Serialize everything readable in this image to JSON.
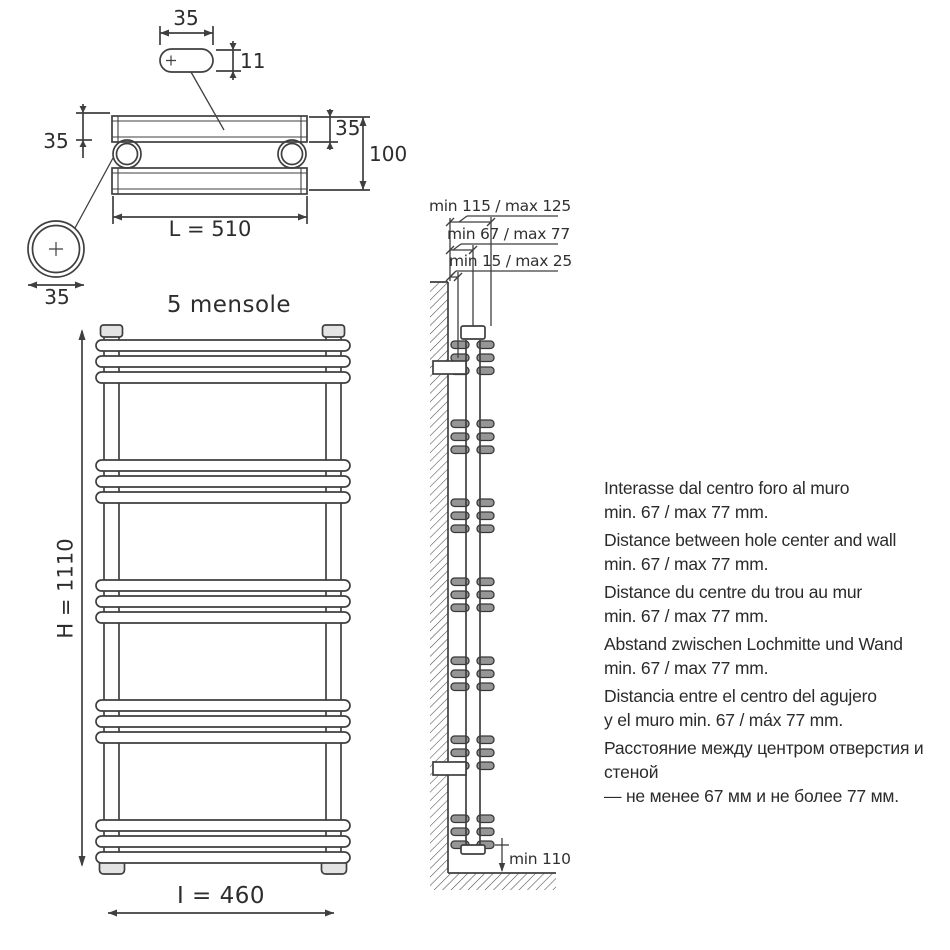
{
  "drawing": {
    "detail": {
      "slot_width": "35",
      "slot_height": "11",
      "wall_side_offset": "35",
      "bar_thickness": "35",
      "assembly_depth": "100",
      "length_label": "L = 510",
      "tube_diameter": "35"
    },
    "front_view": {
      "title": "5 mensole",
      "height_label": "H = 1110",
      "width_label": "I = 460"
    },
    "side_view": {
      "overall_depth_label": "min 115 / max 125",
      "hole_center_label": "min 67 / max 77",
      "wall_gap_label": "min 15 / max 25",
      "floor_clearance_label": "min 110"
    }
  },
  "notes": [
    {
      "lines": [
        "Interasse dal centro foro al muro",
        "min. 67 / max 77 mm."
      ]
    },
    {
      "lines": [
        "Distance between hole center and wall",
        "min. 67 / max 77 mm."
      ]
    },
    {
      "lines": [
        "Distance du centre du trou au mur",
        "min. 67 / max 77 mm."
      ]
    },
    {
      "lines": [
        "Abstand zwischen Lochmitte und Wand",
        "min. 67 / max 77 mm."
      ]
    },
    {
      "lines": [
        "Distancia entre el centro del agujero",
        "y el muro min. 67 / máx 77 mm."
      ]
    },
    {
      "lines": [
        "Расстояние между центром отверстия и стеной",
        "— не менее 67 мм и не более 77 мм."
      ]
    }
  ],
  "colors": {
    "line": "#3f3f3f",
    "text": "#2d2d2d",
    "background": "#ffffff"
  }
}
